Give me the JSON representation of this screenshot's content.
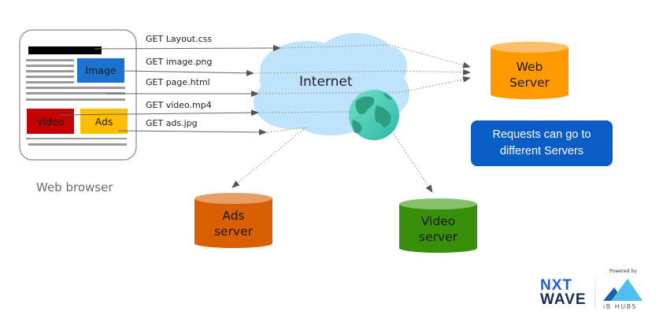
{
  "browser": {
    "caption": "Web browser",
    "boxes": {
      "image": "Image",
      "video": "Video",
      "ads": "Ads"
    }
  },
  "requests": [
    {
      "label": "GET Layout.css"
    },
    {
      "label": "GET image.png"
    },
    {
      "label": "GET page.html"
    },
    {
      "label": "GET video.mp4"
    },
    {
      "label": "GET ads.jpg"
    }
  ],
  "internet": {
    "label": "Internet"
  },
  "servers": {
    "web": {
      "line1": "Web",
      "line2": "Server"
    },
    "ads": {
      "line1": "Ads",
      "line2": "server"
    },
    "video": {
      "line1": "Video",
      "line2": "server"
    }
  },
  "note": {
    "line1": "Requests can go to",
    "line2": "different Servers"
  },
  "branding": {
    "nxt": "NXT",
    "wave": "WAVE",
    "powered_by": "Powered by",
    "ib_hubs": "iB HUBS"
  },
  "colors": {
    "image_box": "#1a73d0",
    "video_box": "#c40000",
    "ads_box": "#ffbf00",
    "cloud": "#bfe3fb",
    "web_server": "#ff9900",
    "ads_server": "#d95f02",
    "video_server": "#3a8f0a",
    "note_bg": "#0b5dc6",
    "nxt_blue": "#1a5fcf",
    "wave_dark": "#1c2b4a"
  }
}
